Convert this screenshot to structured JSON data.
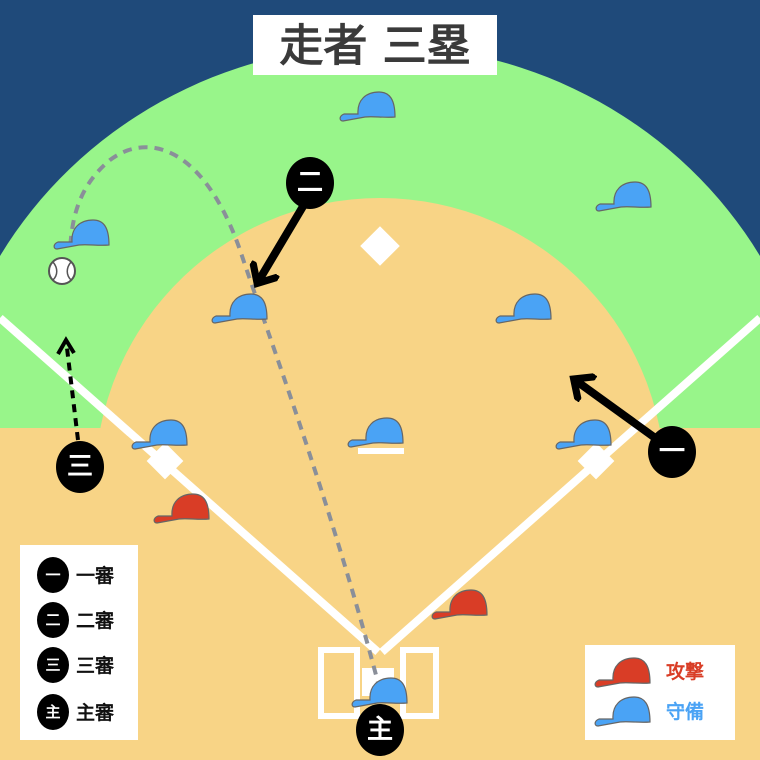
{
  "title": "走者 三塁",
  "umpires": {
    "first": "一",
    "second": "二",
    "third": "三",
    "home": "主"
  },
  "umpire_legend": [
    {
      "symbol": "一",
      "label": "一審"
    },
    {
      "symbol": "二",
      "label": "二審"
    },
    {
      "symbol": "三",
      "label": "三審"
    },
    {
      "symbol": "主",
      "label": "主審"
    }
  ],
  "team_legend": [
    {
      "label": "攻撃",
      "color": "#d93d26"
    },
    {
      "label": "守備",
      "color": "#4aa3f5"
    }
  ],
  "colors": {
    "sky": "#1f4a7a",
    "outfield": "#98f58a",
    "infield": "#f8d486",
    "offense": "#d93d26",
    "defense": "#4aa3f5"
  }
}
